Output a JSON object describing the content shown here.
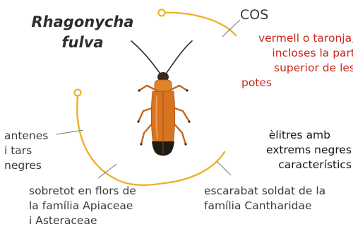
{
  "title": {
    "line1": "Rhagonycha",
    "line2": "fulva"
  },
  "label_cos": "COS",
  "cos_desc": [
    "vermell o taronja,",
    "incloses la part",
    "superior de les",
    "potes"
  ],
  "elytra_desc": [
    "èlitres amb",
    "extrems negres",
    "característics"
  ],
  "antennae_desc": [
    "antenes",
    "i tars",
    "negres"
  ],
  "flowers_desc": [
    "sobretot en flors de",
    "la família Apiaceae",
    "i Asteraceae"
  ],
  "family_desc": [
    "escarabat soldat de la",
    "família Cantharidae"
  ],
  "colors": {
    "accent_orange": "#f0b02e",
    "beetle_body": "#d9741e",
    "red_text": "#c8281c"
  }
}
